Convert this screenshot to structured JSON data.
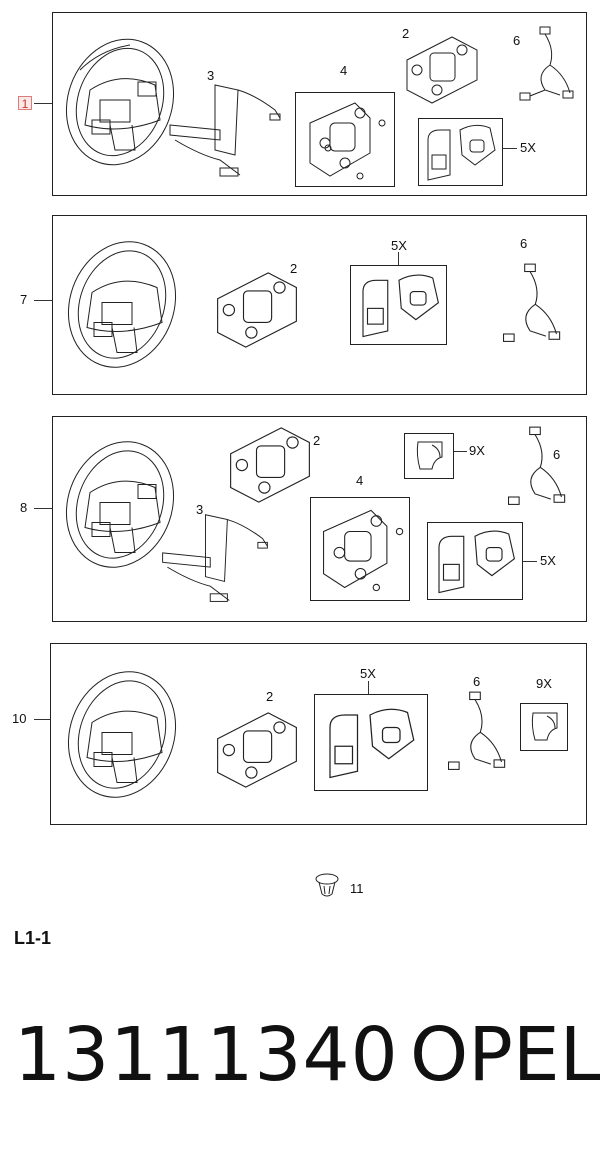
{
  "diagram": {
    "callout_1": "1",
    "row_labels": {
      "r1": "1",
      "r2": "7",
      "r3": "8",
      "r4": "10"
    },
    "item_labels": {
      "p1_2": "2",
      "p1_3": "3",
      "p1_4": "4",
      "p1_5x": "5X",
      "p1_6": "6",
      "p2_2": "2",
      "p2_5x": "5X",
      "p2_6": "6",
      "p3_2": "2",
      "p3_3": "3",
      "p3_4": "4",
      "p3_5x": "5X",
      "p3_6": "6",
      "p3_9x": "9X",
      "p4_2": "2",
      "p4_5x": "5X",
      "p4_6": "6",
      "p4_9x": "9X",
      "clip_11": "11"
    }
  },
  "footer": {
    "code": "L1-1",
    "part_number": "13111340",
    "brand": "OPEL"
  }
}
